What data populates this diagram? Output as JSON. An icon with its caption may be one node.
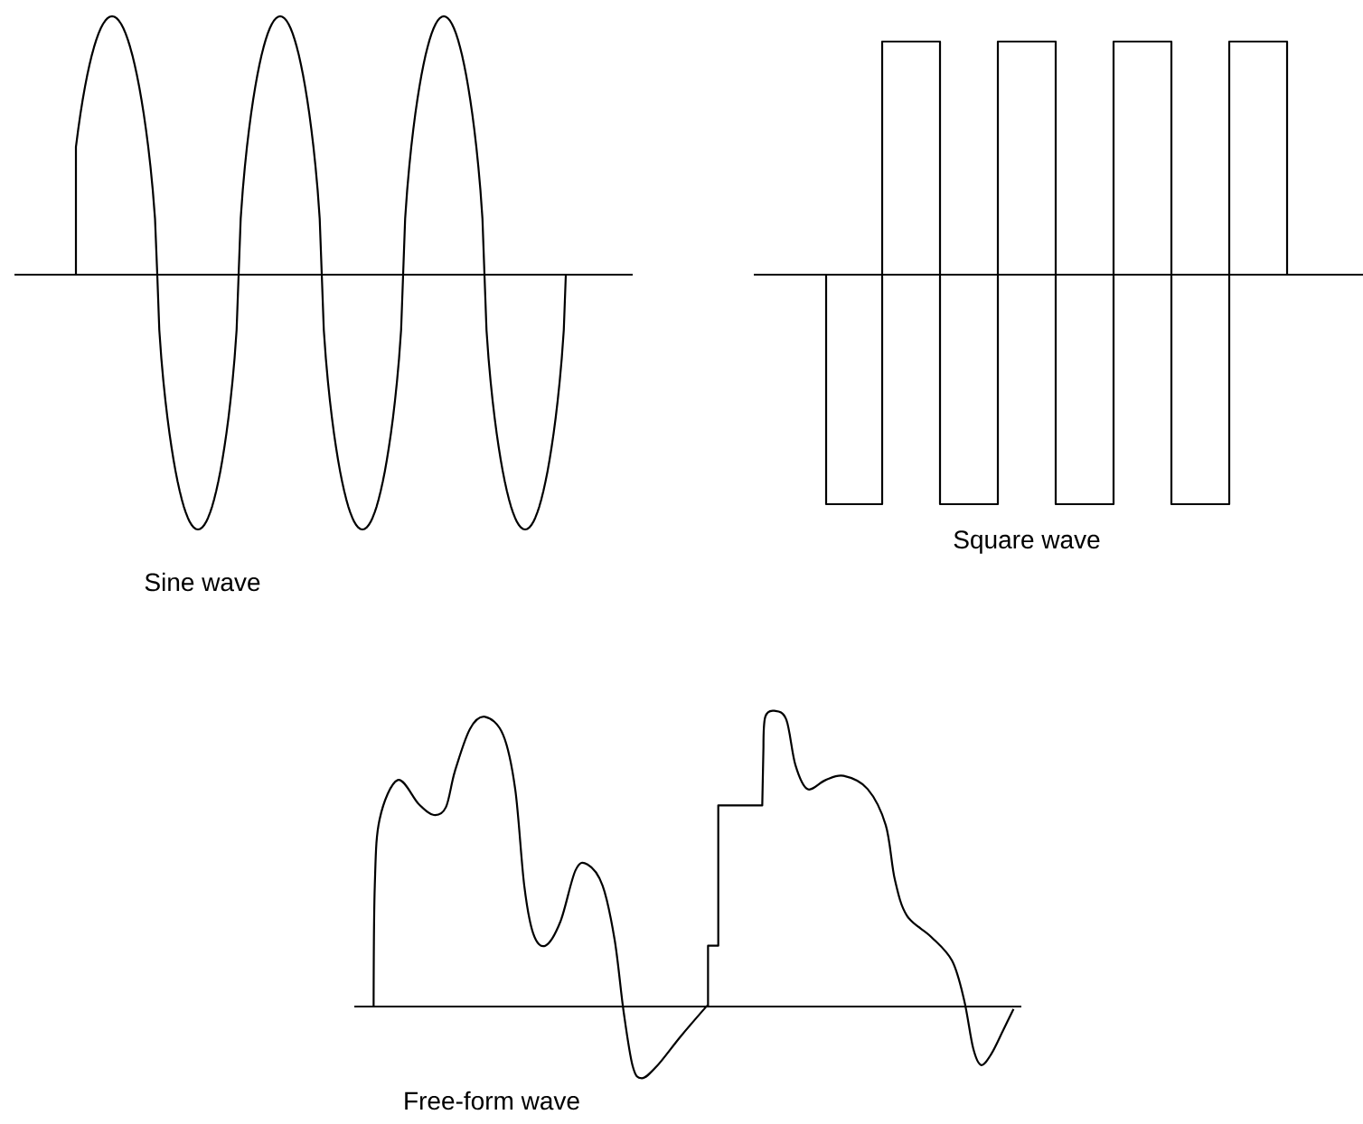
{
  "diagram": {
    "labels": [
      "Sine wave",
      "Square wave",
      "Free-form wave"
    ]
  }
}
